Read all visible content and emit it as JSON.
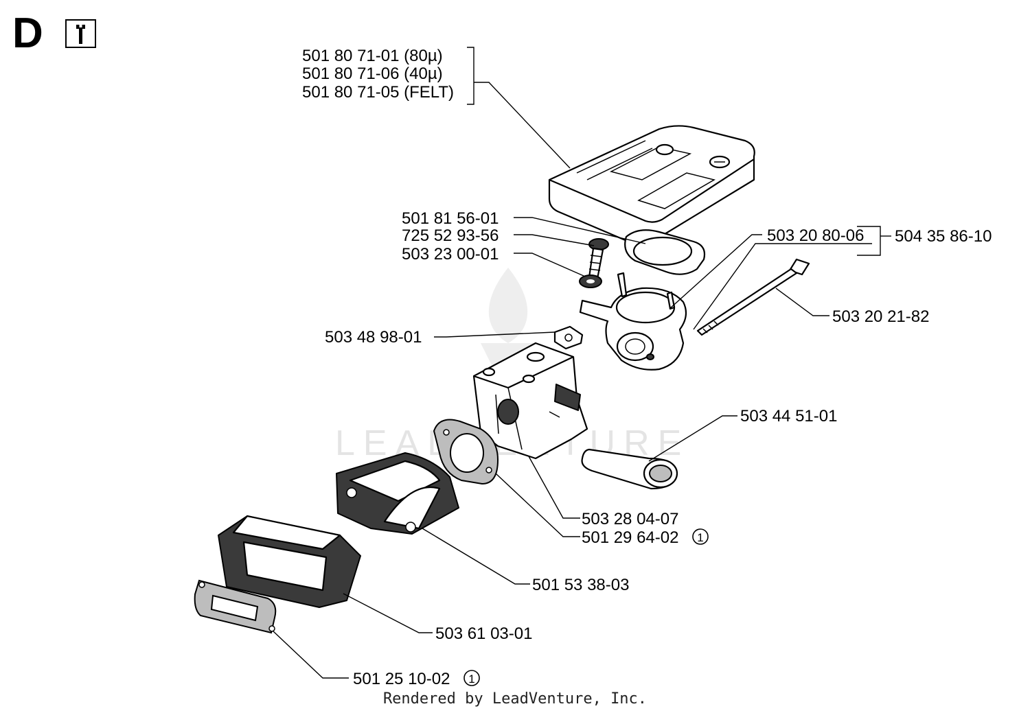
{
  "header": {
    "section_letter": "D",
    "tool_icon": "wrench-icon"
  },
  "watermark": {
    "text": "LEADVENTURE",
    "icon": "flame-logo-icon"
  },
  "labels": {
    "air_filter_80": "501 80 71-01 (80µ)",
    "air_filter_40": "501 80 71-06 (40µ)",
    "air_filter_felt": "501 80 71-05 (FELT)",
    "gasket_top": "501 81 56-01",
    "screw": "725 52 93-56",
    "washer": "503 23 00-01",
    "intake_adapter": "503 20 80-06",
    "intake_assembly": "504 35 86-10",
    "long_bolt": "503 20 21-82",
    "nut": "503 48 98-01",
    "fuel_hose": "503 44 51-01",
    "carburetor": "503 28 04-07",
    "carb_gasket": "501 29 64-02",
    "intake_manifold": "501 53 38-03",
    "rubber_boot": "503 61 03-01",
    "base_gasket": "501 25 10-02"
  },
  "footnote_marker": "1",
  "footer": {
    "credit": "Rendered by LeadVenture, Inc."
  }
}
